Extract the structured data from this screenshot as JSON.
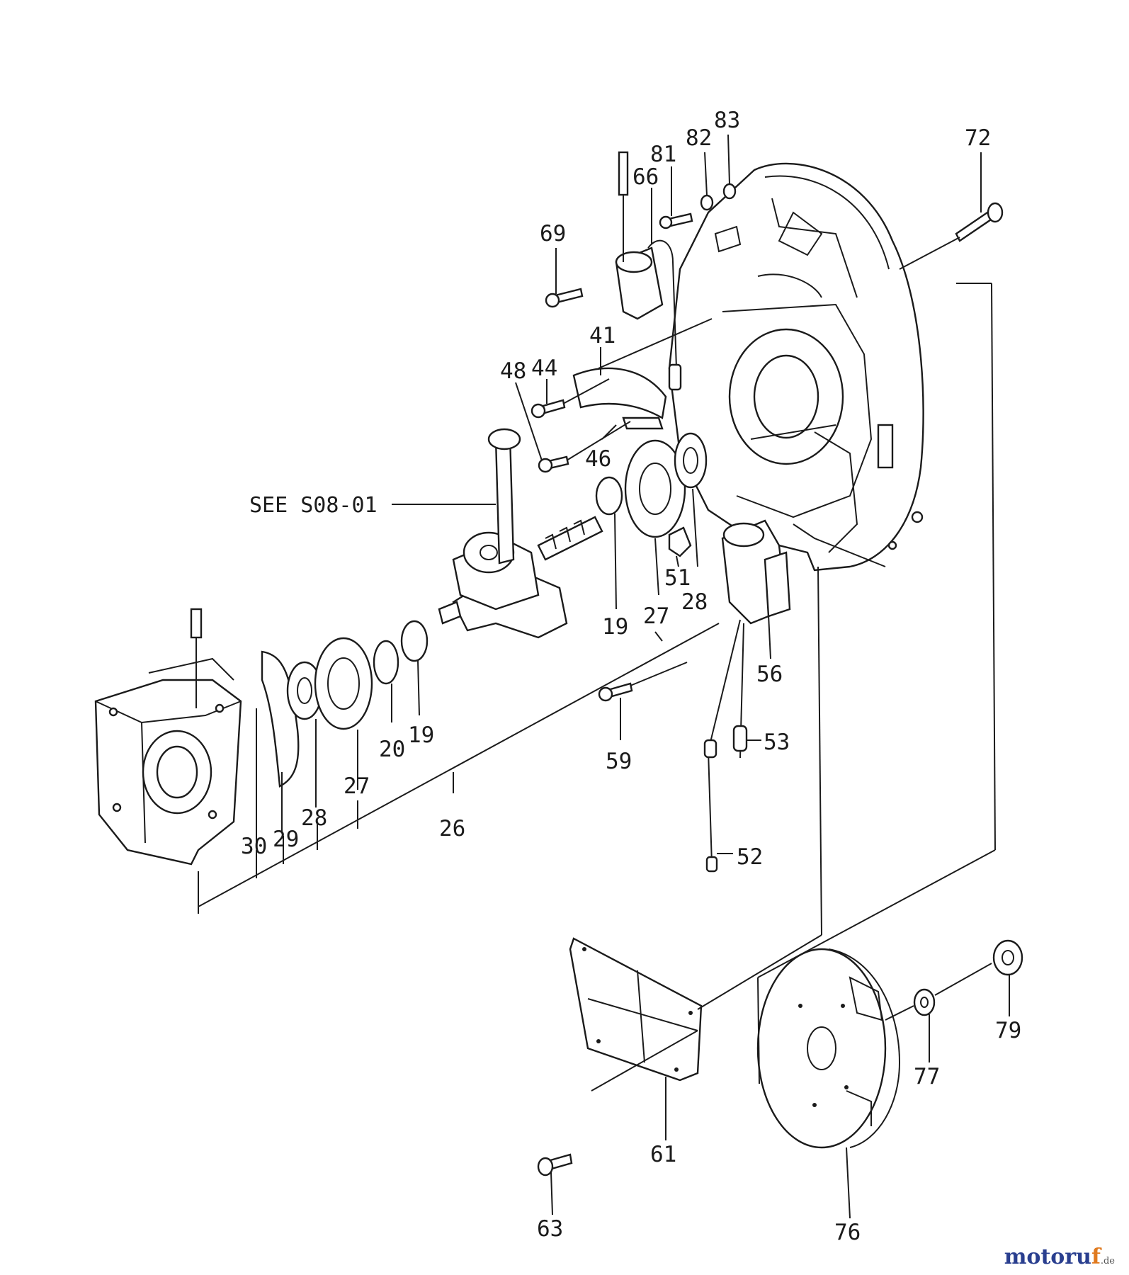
{
  "reference_note": "SEE S08-01",
  "watermark": {
    "name": "motoru",
    "accent": "f",
    "tld": ".de"
  },
  "callouts": {
    "p19a": "19",
    "p19b": "19",
    "p20": "20",
    "p26": "26",
    "p27a": "27",
    "p27b": "27",
    "p28a": "28",
    "p28b": "28",
    "p29": "29",
    "p30": "30",
    "p41": "41",
    "p44": "44",
    "p46": "46",
    "p48": "48",
    "p51": "51",
    "p52": "52",
    "p53": "53",
    "p56": "56",
    "p59": "59",
    "p61": "61",
    "p63": "63",
    "p66": "66",
    "p69": "69",
    "p72": "72",
    "p76": "76",
    "p77": "77",
    "p79": "79",
    "p81": "81",
    "p82": "82",
    "p83": "83"
  },
  "colors": {
    "ink": "#1b1b1b",
    "watermark_blue": "#2a3f8f",
    "watermark_orange": "#e07a1f"
  }
}
